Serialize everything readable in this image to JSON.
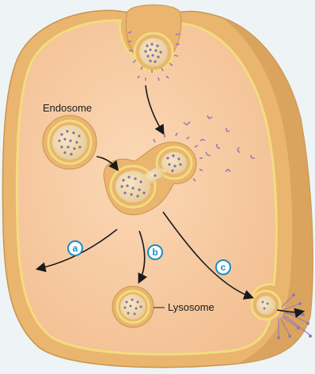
{
  "labels": {
    "endosome": "Endosome",
    "lysosome": "Lysosome"
  },
  "pathways": [
    {
      "id": "a",
      "label": "a"
    },
    {
      "id": "b",
      "label": "b"
    },
    {
      "id": "c",
      "label": "c"
    }
  ],
  "colors": {
    "background": "#eef4f6",
    "cytoplasm": "#f7c9a2",
    "membrane": "#e9b56f",
    "membrane_line": "#f3dc7e",
    "vesicle_interior": "#f1dcb3",
    "cargo": "#8a6aa8",
    "badge": "#1a8ec7",
    "arrow": "#1a1a1a"
  }
}
